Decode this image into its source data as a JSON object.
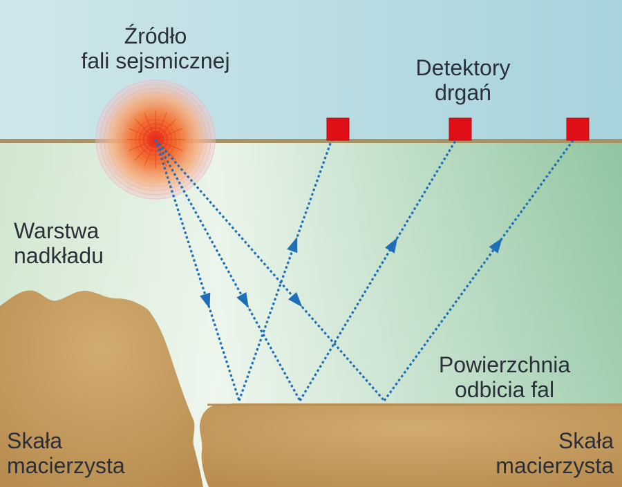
{
  "labels": {
    "source": [
      "Źródło",
      "fali sejsmicznej"
    ],
    "detectors": [
      "Detektory",
      "drgań"
    ],
    "overburden": [
      "Warstwa",
      "nadkładu"
    ],
    "reflection_surface": [
      "Powierzchnia",
      "odbicia fal"
    ],
    "rock_left": [
      "Skała",
      "macierzysta"
    ],
    "rock_right": [
      "Skała",
      "macierzysta"
    ]
  },
  "colors": {
    "sky": "#a9d5de",
    "ground_top": "#c9e2c9",
    "ground_bottom": "#94c7a4",
    "ground_line": "#a69466",
    "rock": "#c7a064",
    "rock_dark": "#a98145",
    "detector": "#e10f17",
    "ray": "#1f6fb8",
    "source_core": "#e8421f",
    "source_glow": "#f7a15c",
    "text": "#2a2f3a"
  },
  "icons": {
    "source": "seismic-source-burst",
    "detector": "detector-square",
    "ray_arrow": "arrowhead"
  },
  "detector_count": 3,
  "ray_count": 3
}
